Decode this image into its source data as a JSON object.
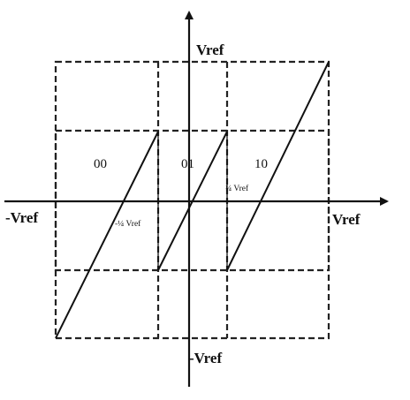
{
  "labels": {
    "y_top": "Vref",
    "y_bottom": "-Vref",
    "x_left": "-Vref",
    "x_right": "Vref",
    "region_00": "00",
    "region_01": "01",
    "region_10": "10",
    "minus_quarter_vref": "-¼ Vref",
    "plus_quarter_vref": "¼ Vref"
  },
  "colors": {
    "line": "#111111",
    "background": "#ffffff"
  }
}
